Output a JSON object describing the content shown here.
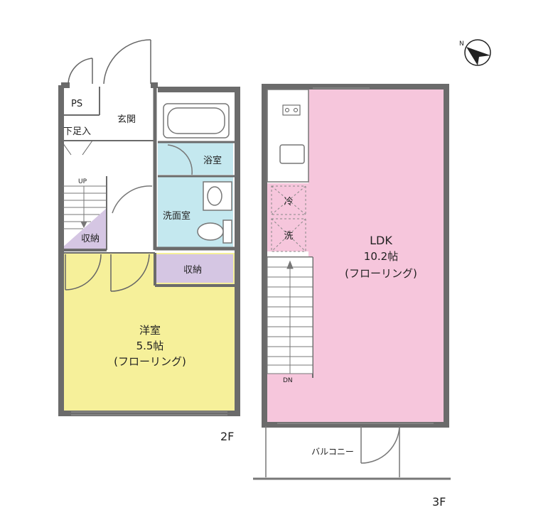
{
  "floor2": {
    "floor_label": "2F",
    "rooms": {
      "ps": "PS",
      "entrance": "玄関",
      "shoe": "下足入",
      "bath": "浴室",
      "washroom": "洗面室",
      "storage_stairs": "収納",
      "storage": "収納",
      "stair_dir": "UP",
      "western_name": "洋室",
      "western_size": "5.5帖",
      "western_floor": "(フローリング)"
    }
  },
  "floor3": {
    "floor_label": "3F",
    "rooms": {
      "ldk_name": "LDK",
      "ldk_size": "10.2帖",
      "ldk_floor": "(フローリング)",
      "fridge": "冷",
      "washer": "洗",
      "stair_dir": "DN",
      "balcony": "バルコニー"
    }
  },
  "colors": {
    "ldk": "#f6c6dc",
    "western": "#f6f09a",
    "wet": "#c4e8ef",
    "storage": "#d5c6e3",
    "wall": "#6b6b6b"
  }
}
